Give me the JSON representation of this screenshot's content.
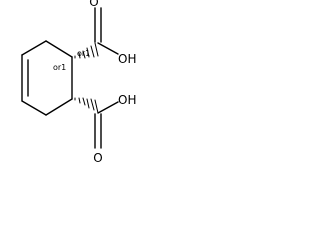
{
  "molecule": {
    "atoms": {
      "oxygen_top_carbonyl": "O",
      "oxygen_top_hydroxyl": "OH",
      "oxygen_bottom_carbonyl": "O",
      "oxygen_bottom_hydroxyl": "OH"
    },
    "stereo_labels": {
      "upper": "or1",
      "lower": "or1"
    }
  },
  "colors": {
    "bond": "#000000",
    "text": "#000000",
    "background": "#ffffff"
  }
}
